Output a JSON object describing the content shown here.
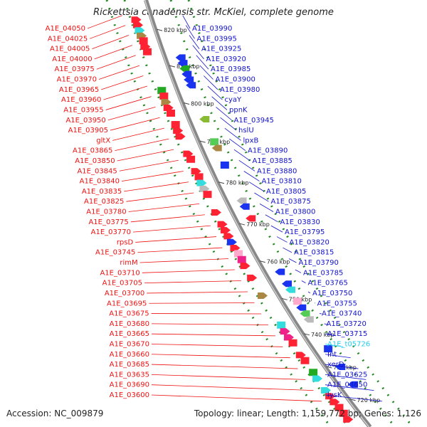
{
  "title": "Rickettsia canadensis str. McKiel, complete genome",
  "accession_text": "Accession: NC_009879",
  "topology_text": "Topology: linear; Length: 1,159,772 bp; Genes: 1,126",
  "colors": {
    "left_label": "#ee1111",
    "right_label": "#1111cc",
    "cyan_label": "#22ccee",
    "backbone": "#888888",
    "dots": "#228822"
  },
  "kbp_ticks": [
    "820 kbp",
    "810 kbp",
    "800 kbp",
    "790 kbp",
    "780 kbp",
    "770 kbp",
    "760 kbp",
    "750 kbp",
    "740 kbp",
    "730 kbp",
    "720 kbp"
  ],
  "left_labels": [
    "A1E_04050",
    "A1E_04025",
    "A1E_04005",
    "A1E_04000",
    "A1E_03975",
    "A1E_03970",
    "A1E_03965",
    "A1E_03960",
    "A1E_03955",
    "A1E_03950",
    "A1E_03905",
    "gltX",
    "A1E_03865",
    "A1E_03850",
    "A1E_03845",
    "A1E_03840",
    "A1E_03835",
    "A1E_03825",
    "A1E_03780",
    "A1E_03775",
    "A1E_03770",
    "rpsD",
    "A1E_03745",
    "rimM",
    "A1E_03710",
    "A1E_03705",
    "A1E_03700",
    "A1E_03695",
    "A1E_03675",
    "A1E_03680",
    "A1E_03665",
    "A1E_03670",
    "A1E_03660",
    "A1E_03685",
    "A1E_03635",
    "A1E_03690",
    "A1E_03600"
  ],
  "right_labels": [
    "A1E_03990",
    "A1E_03995",
    "A1E_03925",
    "A1E_03920",
    "A1E_03985",
    "A1E_03900",
    "A1E_03980",
    "cyaY",
    "ppnK",
    "A1E_03945",
    "hslU",
    "lpxB",
    "A1E_03890",
    "A1E_03885",
    "A1E_03880",
    "A1E_03810",
    "A1E_03805",
    "A1E_03875",
    "A1E_03800",
    "A1E_03830",
    "A1E_03795",
    "A1E_03820",
    "A1E_03815",
    "A1E_03790",
    "A1E_03785",
    "A1E_03765",
    "A1E_03750",
    "A1E_03755",
    "A1E_03740",
    "A1E_03720",
    "A1E_03715",
    "A1E_t05726",
    "Int",
    "xerD",
    "A1E_03625",
    "A1E_03650",
    "lysK"
  ]
}
